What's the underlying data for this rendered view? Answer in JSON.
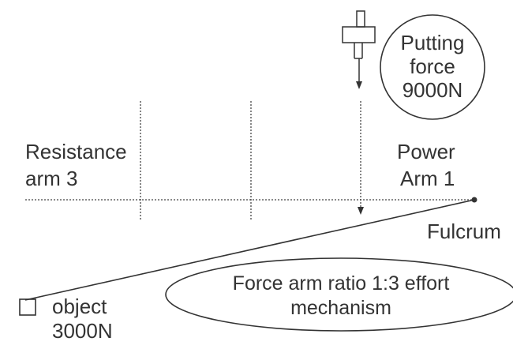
{
  "labels": {
    "putting_force_line1": "Putting",
    "putting_force_line2": "force",
    "putting_force_line3": "9000N",
    "resistance_arm_line1": "Resistance",
    "resistance_arm_line2": "arm 3",
    "power_arm_line1": "Power",
    "power_arm_line2": "Arm 1",
    "fulcrum": "Fulcrum",
    "object_line1": "object",
    "object_line2": "3000N",
    "ratio_line1": "Force arm ratio 1:3 effort",
    "ratio_line2": "mechanism"
  },
  "colors": {
    "ink": "#333333",
    "background": "#ffffff"
  }
}
